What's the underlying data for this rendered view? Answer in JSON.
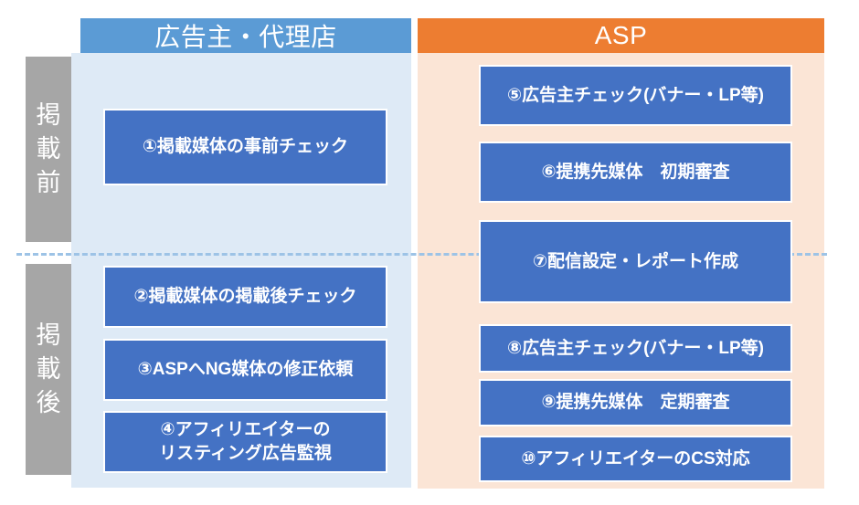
{
  "diagram": {
    "title_left": "広告主・代理店",
    "title_right": "ASP",
    "stages": [
      {
        "id": "before",
        "label_chars": [
          "掲",
          "載",
          "前"
        ]
      },
      {
        "id": "after",
        "label_chars": [
          "掲",
          "載",
          "後"
        ]
      }
    ],
    "colors": {
      "header_left": "#5B9BD5",
      "header_right": "#ED7D31",
      "panel_left": "#DEEAF6",
      "panel_right": "#FBE5D6",
      "box": "#4472C4",
      "stage_bar": "#A6A6A6",
      "divider": "#9DC3E6",
      "text_on_fill": "#FFFFFF",
      "background": "#FFFFFF"
    },
    "boxes": {
      "left_before": [
        {
          "n": "1",
          "label": "①掲載媒体の事前チェック"
        }
      ],
      "left_after": [
        {
          "n": "2",
          "label": "②掲載媒体の掲載後チェック"
        },
        {
          "n": "3",
          "label": "③ASPへNG媒体の修正依頼"
        },
        {
          "n": "4",
          "label": "④アフィリエイターの\nリスティング広告監視"
        }
      ],
      "right_before": [
        {
          "n": "5",
          "label": "⑤広告主チェック(バナー・LP等)"
        },
        {
          "n": "6",
          "label": "⑥提携先媒体　初期審査"
        }
      ],
      "right_spanning": [
        {
          "n": "7",
          "label": "⑦配信設定・レポート作成"
        }
      ],
      "right_after": [
        {
          "n": "8",
          "label": "⑧広告主チェック(バナー・LP等)"
        },
        {
          "n": "9",
          "label": "⑨提携先媒体　定期審査"
        },
        {
          "n": "10",
          "label": "⑩アフィリエイターのCS対応"
        }
      ]
    }
  }
}
